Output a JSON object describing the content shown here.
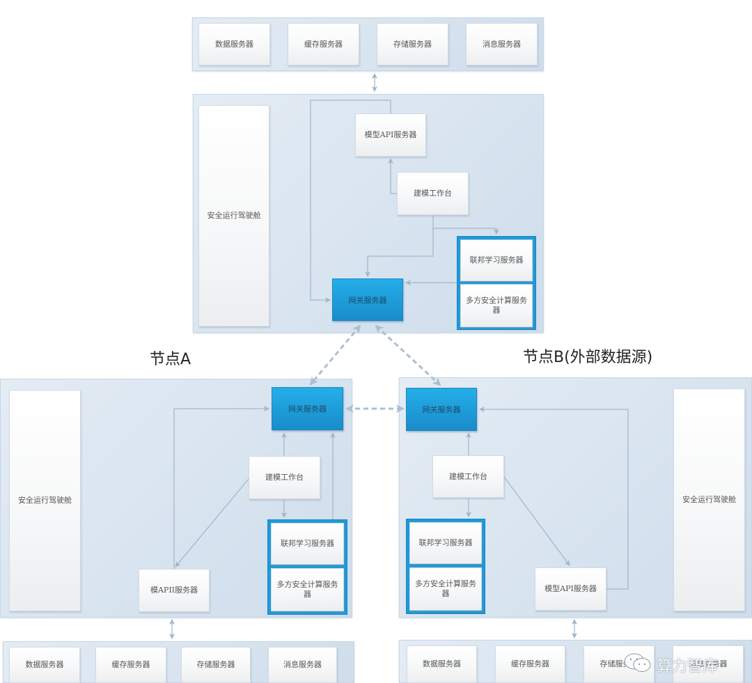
{
  "diagram": {
    "top_cluster": {
      "title_partial": "",
      "infra": [
        "数据服务器",
        "缓存服务器",
        "存储服务器",
        "消息服务器"
      ],
      "cockpit": "安全运行驾驶舱",
      "model_api": "模型API服务器",
      "workbench": "建模工作台",
      "federated": "联邦学习服务器",
      "mpc": "多方安全计算服务器",
      "gateway": "网关服务器"
    },
    "node_a": {
      "title": "节点A",
      "cockpit": "安全运行驾驶舱",
      "gateway": "网关服务器",
      "workbench": "建模工作台",
      "federated": "联邦学习服务器",
      "mpc": "多方安全计算服务器",
      "model_api": "模APII服务器",
      "infra": [
        "数据服务器",
        "缓存服务器",
        "存储服务器",
        "消息服务器"
      ]
    },
    "node_b": {
      "title": "节点B(外部数据源)",
      "cockpit": "安全运行驾驶舱",
      "gateway": "网关服务器",
      "workbench": "建模工作台",
      "federated": "联邦学习服务器",
      "mpc": "多方安全计算服务器",
      "model_api": "模型API服务器",
      "infra": [
        "数据服务器",
        "缓存服务器",
        "存储服务器",
        "消息服务器"
      ]
    },
    "colors": {
      "gateway_blue": "#1d9ad6",
      "panel_bg": "#d7e3ef",
      "connector": "#9db4c8"
    }
  },
  "watermark": {
    "icon": "wechat-icon",
    "text": "算力智库"
  }
}
